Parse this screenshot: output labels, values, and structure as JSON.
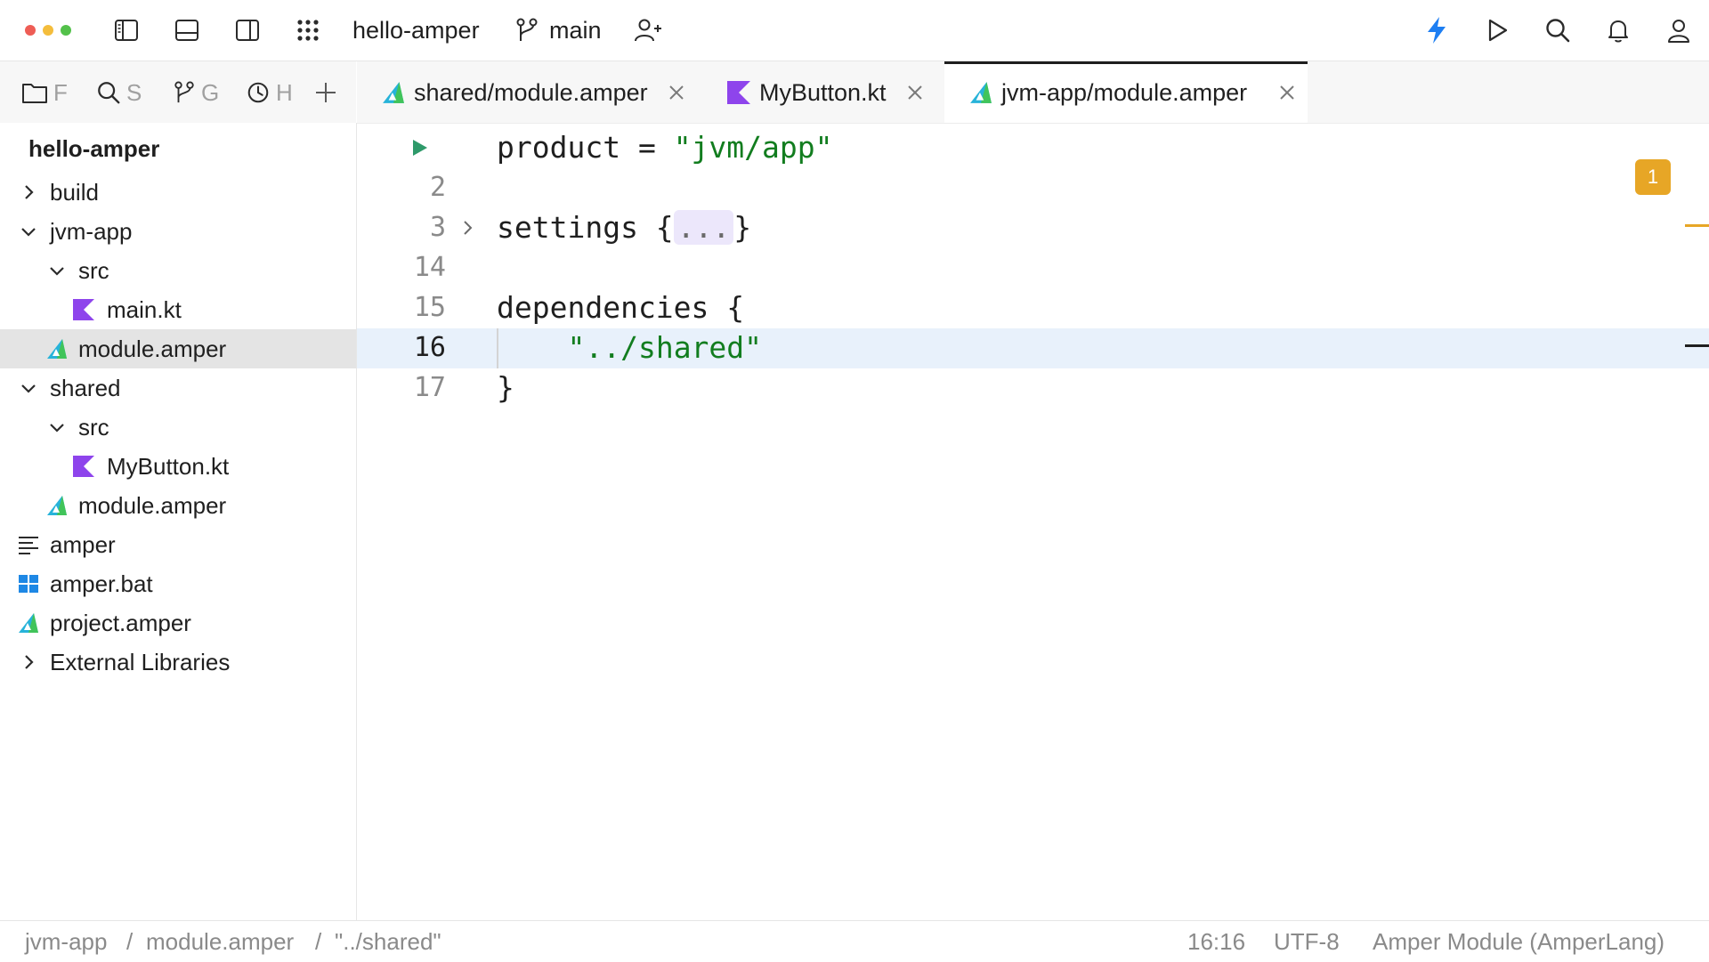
{
  "app": {
    "project": "hello-amper",
    "branch": "main"
  },
  "colors": {
    "accent": "#1d7ef2",
    "run_green": "#2e9a6a",
    "warning": "#e7a626",
    "string_green": "#127d1f",
    "kotlin_purple": "#8e44ec"
  },
  "tool_tabs": [
    {
      "label": "F",
      "icon": "folder-icon"
    },
    {
      "label": "S",
      "icon": "search-icon"
    },
    {
      "label": "G",
      "icon": "branch-icon"
    },
    {
      "label": "H",
      "icon": "clock-icon"
    }
  ],
  "tree": {
    "root": "hello-amper",
    "items": [
      {
        "label": "build",
        "icon": "chevron-right-icon"
      },
      {
        "label": "jvm-app",
        "icon": "chevron-down-icon"
      },
      {
        "label": "src",
        "icon": "chevron-down-icon"
      },
      {
        "label": "main.kt",
        "icon": "kotlin-file-icon"
      },
      {
        "label": "module.amper",
        "icon": "amper-file-icon",
        "selected": true
      },
      {
        "label": "shared",
        "icon": "chevron-down-icon"
      },
      {
        "label": "src",
        "icon": "chevron-down-icon"
      },
      {
        "label": "MyButton.kt",
        "icon": "kotlin-file-icon"
      },
      {
        "label": "module.amper",
        "icon": "amper-file-icon"
      },
      {
        "label": "amper",
        "icon": "text-file-icon"
      },
      {
        "label": "amper.bat",
        "icon": "windows-icon"
      },
      {
        "label": "project.amper",
        "icon": "amper-file-icon"
      },
      {
        "label": "External Libraries",
        "icon": "chevron-right-icon"
      }
    ]
  },
  "tabs": [
    {
      "label": "shared/module.amper",
      "icon": "amper-file-icon",
      "active": false
    },
    {
      "label": "MyButton.kt",
      "icon": "kotlin-file-icon",
      "active": false
    },
    {
      "label": "jvm-app/module.amper",
      "icon": "amper-file-icon",
      "active": true
    }
  ],
  "editor": {
    "lines": [
      {
        "num": "",
        "kind": "run",
        "plain": "product = ",
        "str": "\"jvm/app\""
      },
      {
        "num": "2",
        "kind": "empty"
      },
      {
        "num": "3",
        "kind": "fold",
        "plain": "settings {",
        "folded": "...",
        "close": "}"
      },
      {
        "num": "14",
        "kind": "empty"
      },
      {
        "num": "15",
        "kind": "plain",
        "plain": "dependencies {"
      },
      {
        "num": "16",
        "kind": "string",
        "indent": "    ",
        "str": "\"../shared\"",
        "current": true
      },
      {
        "num": "17",
        "kind": "plain",
        "plain": "}"
      }
    ],
    "warnings_count": "1"
  },
  "status": {
    "breadcrumb": [
      "jvm-app",
      "module.amper",
      "\"../shared\""
    ],
    "separator": "/",
    "position": "16:16",
    "encoding": "UTF-8",
    "language": "Amper Module (AmperLang)"
  }
}
